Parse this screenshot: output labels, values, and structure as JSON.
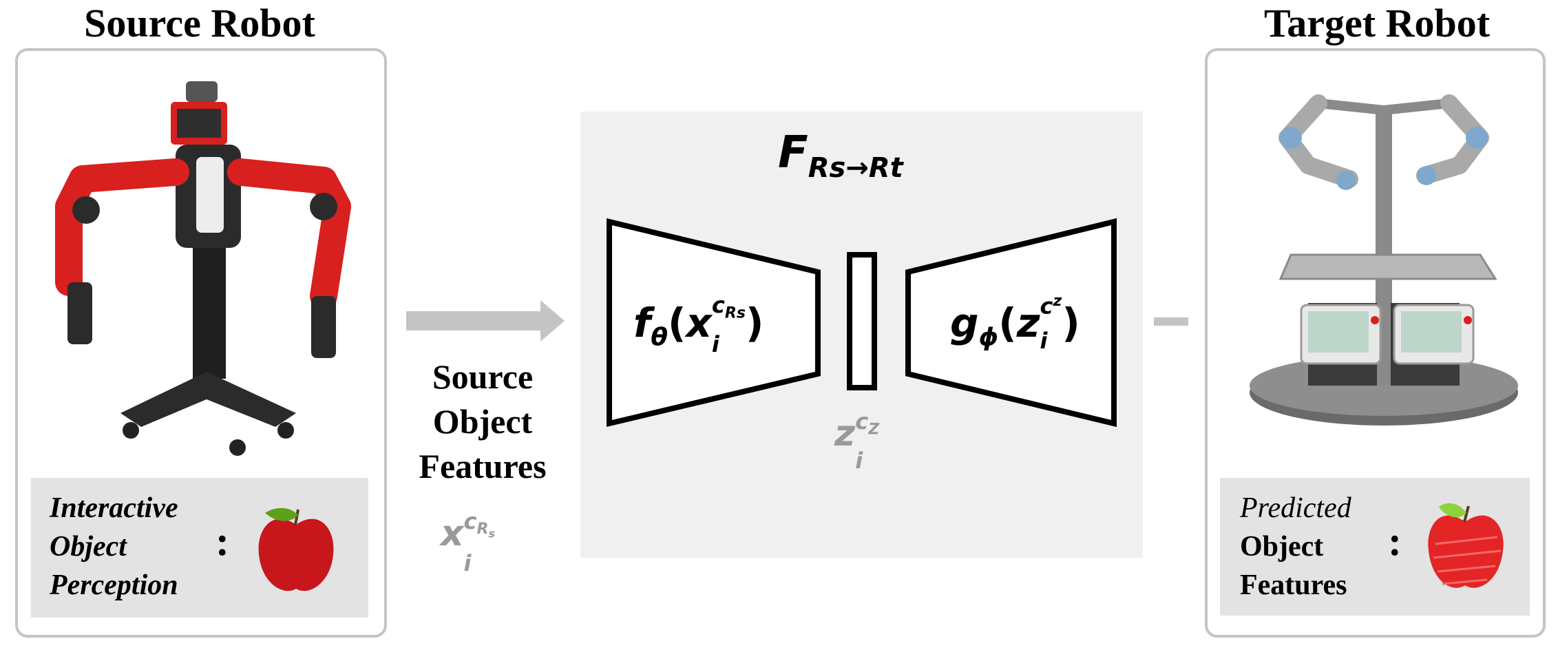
{
  "source": {
    "title": "Source Robot",
    "caption_lines": [
      "Interactive",
      "Object",
      "Perception"
    ],
    "separator": ":"
  },
  "target": {
    "title": "Target Robot",
    "caption_lines": [
      "Predicted",
      "Object",
      "Features"
    ],
    "separator": ":"
  },
  "middle": {
    "input_label_lines": [
      "Source",
      "Object",
      "Features"
    ],
    "input_symbol": {
      "base": "x",
      "sub": "i",
      "sup": "c",
      "supsub": "R",
      "supsubsub": "s"
    },
    "mapping": {
      "base": "F",
      "sub": "Rs→Rt"
    },
    "encoder": {
      "func": "f",
      "param": "θ",
      "arg": "x",
      "argsub": "i",
      "argsup": "c",
      "argsupsub": "Rs"
    },
    "latent": {
      "base": "z",
      "sub": "i",
      "sup": "c",
      "supsub": "Z"
    },
    "decoder": {
      "func": "g",
      "param": "ϕ",
      "arg": "z",
      "argsub": "i",
      "argsup": "c",
      "argsupsub": "z"
    }
  },
  "colors": {
    "robot_red": "#d8201f",
    "robot_dark": "#2b2b2b",
    "arrow_gray": "#c4c4c4",
    "apple_red": "#c8161d",
    "leaf_green": "#5aa21a"
  }
}
